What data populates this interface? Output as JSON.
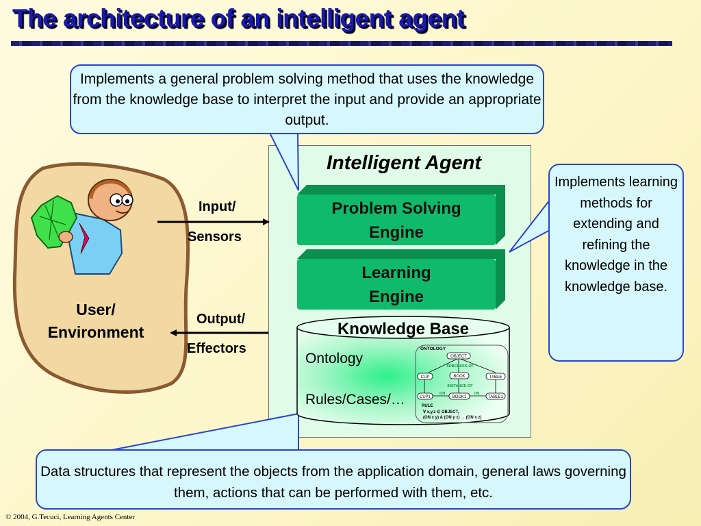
{
  "title": "The architecture of an intelligent agent",
  "callouts": {
    "top": "Implements a general problem solving method that uses the knowledge from the knowledge base to interpret the input and provide an appropriate output.",
    "right": "Implements learning methods for extending and refining the knowledge in the knowledge base.",
    "bottom": "Data structures that represent the objects from the application domain, general laws governing them, actions that can be performed with them, etc."
  },
  "agent": {
    "title": "Intelligent Agent",
    "problem_solving_l1": "Problem Solving",
    "problem_solving_l2": "Engine",
    "learning_l1": "Learning",
    "learning_l2": "Engine",
    "kb_title": "Knowledge Base",
    "kb_ontology": "Ontology",
    "kb_rules": "Rules/Cases/…"
  },
  "io": {
    "input": "Input/",
    "sensors": "Sensors",
    "output": "Output/",
    "effectors": "Effectors"
  },
  "user_env_l1": "User/",
  "user_env_l2": "Environment",
  "mini_ontology": {
    "heading": "ONTOLOGY",
    "object": "OBJECT",
    "subclass_of": "SUBCLASS-OF",
    "cup": "CUP",
    "book": "BOOK",
    "table": "TABLE",
    "instance_of": "INSTANCE-OF",
    "cup1": "CUP1",
    "book1": "BOOK1",
    "table1": "TABLE1",
    "on1": "ON",
    "on2": "ON",
    "rule_heading": "RULE",
    "rule_l1": "∀ x,y,z ∈ OBJECT,",
    "rule_l2": "(ON x y) & (ON y z) → (ON x z)"
  },
  "footer": "© 2004, G.Tecuci, Learning Agents Center"
}
